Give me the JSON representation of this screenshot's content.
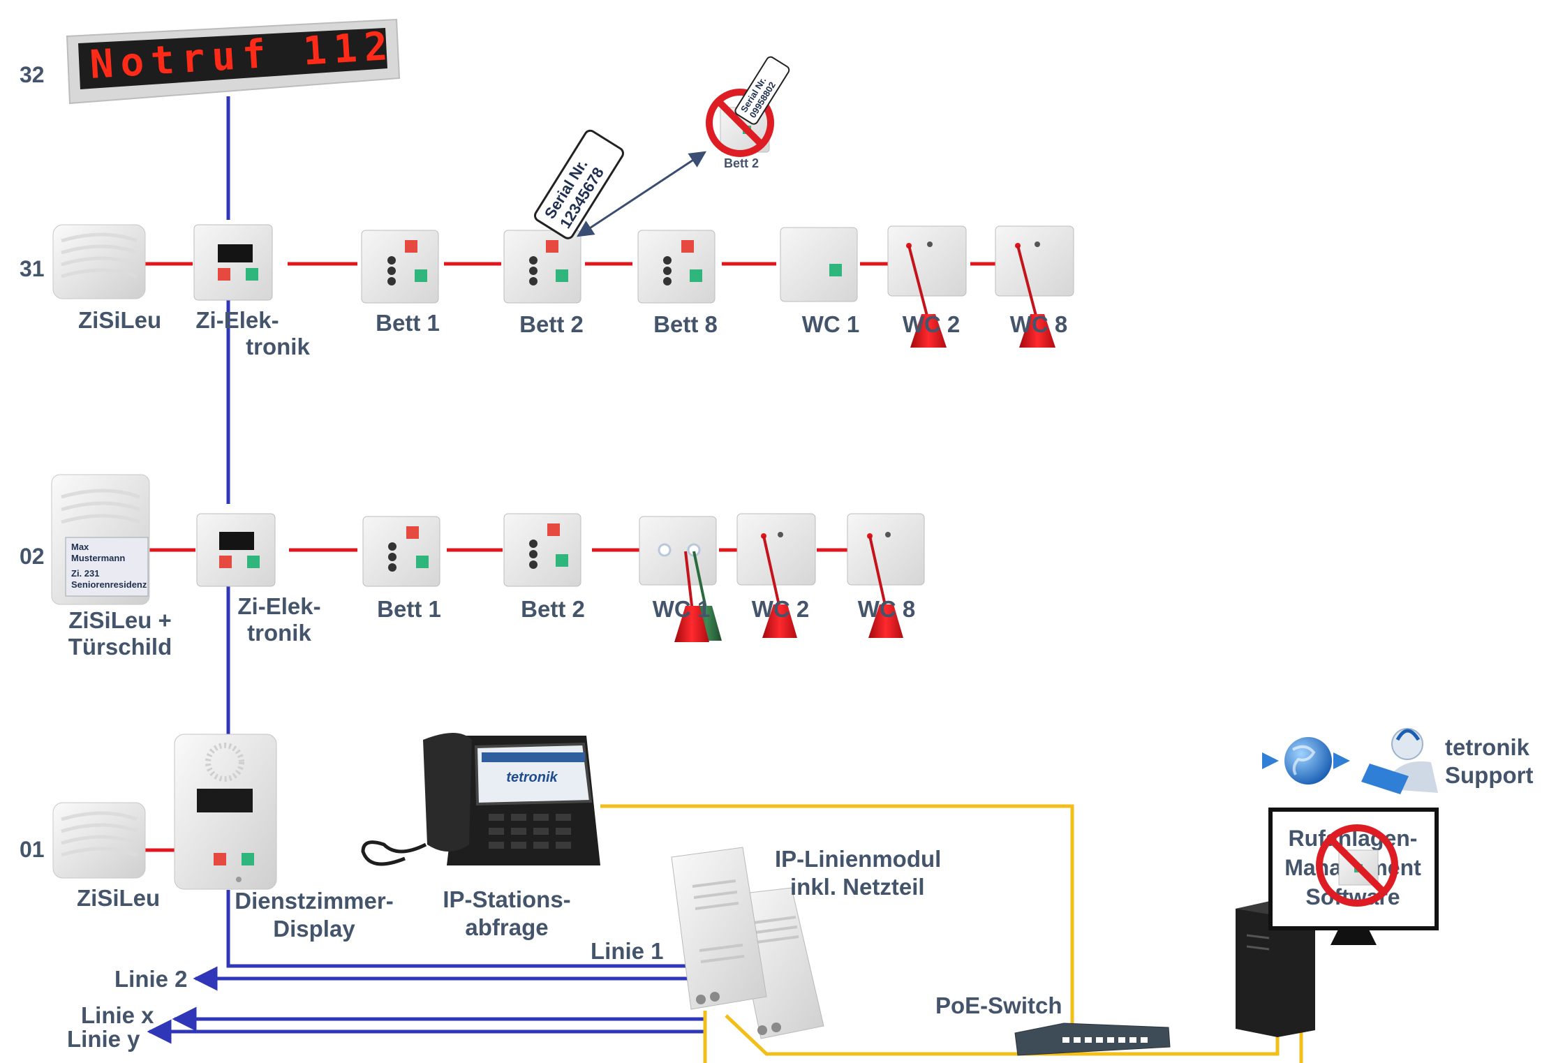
{
  "colors": {
    "bus_red": "#e0161c",
    "bus_blue": "#2f37b8",
    "ethernet_yellow": "#f2be1a",
    "label": "#44546a",
    "led_text": "#ff2a17",
    "prohibited": "#dd1d23"
  },
  "display": {
    "text": "Notruf 112"
  },
  "floors": {
    "f32": "32",
    "f31": "31",
    "f02": "02",
    "f01": "01"
  },
  "row31": {
    "zisileu": "ZiSiLeu",
    "zi_line1": "Zi-Elek-",
    "zi_line2": "tronik",
    "bett1": "Bett 1",
    "bett2": "Bett 2",
    "bett8": "Bett 8",
    "wc1": "WC 1",
    "wc2": "WC 2",
    "wc8": "WC 8",
    "serial_line1": "Serial Nr.",
    "serial_line2": "12345678",
    "replaced_serial_line1": "Serial Nr.",
    "replaced_serial_line2": "09958802",
    "replaced_label": "Bett 2"
  },
  "row02": {
    "door_sign": [
      "Max",
      "Mustermann",
      "Zi. 231",
      "Seniorenresidenz"
    ],
    "zisileu_line1": "ZiSiLeu +",
    "zisileu_line2": "Türschild",
    "zi_line1": "Zi-Elek-",
    "zi_line2": "tronik",
    "bett1": "Bett 1",
    "bett2": "Bett 2",
    "wc1": "WC 1",
    "wc2": "WC 2",
    "wc8": "WC 8"
  },
  "row01": {
    "zisileu": "ZiSiLeu",
    "display_line1": "Dienstzimmer-",
    "display_line2": "Display",
    "phone_line1": "IP-Stations-",
    "phone_line2": "abfrage",
    "phone_screen_logo": "tetronik"
  },
  "network": {
    "module_line1": "IP-Linienmodul",
    "module_line2": "inkl. Netzteil",
    "linie1": "Linie 1",
    "linie2": "Linie 2",
    "linie_x": "Linie x",
    "linie_y": "Linie y",
    "switch": "PoE-Switch",
    "support_line1": "tetronik",
    "support_line2": "Support",
    "software_line1": "Rufanlagen-",
    "software_line2": "Management",
    "software_line3": "Software",
    "icons": [
      "globe-icon",
      "support-agent-icon",
      "prohibited-icon",
      "arrow-left-icon"
    ]
  }
}
